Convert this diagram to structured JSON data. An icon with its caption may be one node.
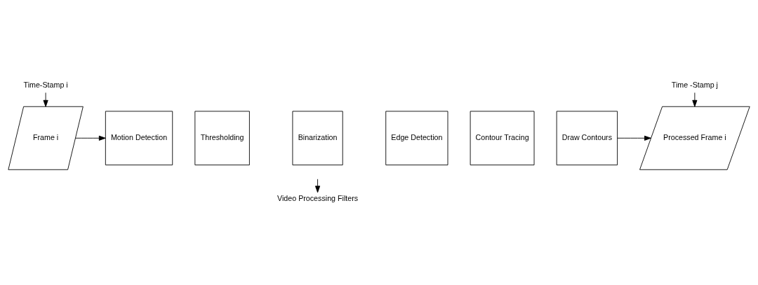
{
  "diagram": {
    "nodes": [
      {
        "text": [
          "Video Processing Filters"
        ]
      },
      {
        "text": [
          "Frame i"
        ]
      },
      {
        "text": [
          "Motion Detection"
        ]
      },
      {
        "text": [
          "Thresholding"
        ]
      },
      {
        "text": [
          "Binarization"
        ]
      },
      {
        "text": [
          "Edge Detection"
        ]
      },
      {
        "text": [
          "Contour Tracing"
        ]
      },
      {
        "text": [
          "Draw Contours"
        ]
      },
      {
        "text": [
          "Processed Frame i"
        ]
      },
      {
        "text": [
          "Time-Stamp i"
        ]
      },
      {
        "text": [
          "Time -Stamp j"
        ]
      }
    ],
    "edges": [
      {
        "from": 1,
        "to": 2,
        "arrow": "to"
      },
      {
        "from": 7,
        "to": 8,
        "arrow": "to"
      },
      {
        "from": 9,
        "to": 1,
        "arrow": "to"
      },
      {
        "from": 10,
        "to": 8,
        "arrow": "to"
      },
      {
        "from": null,
        "to": 0,
        "arrow": "to"
      }
    ]
  }
}
